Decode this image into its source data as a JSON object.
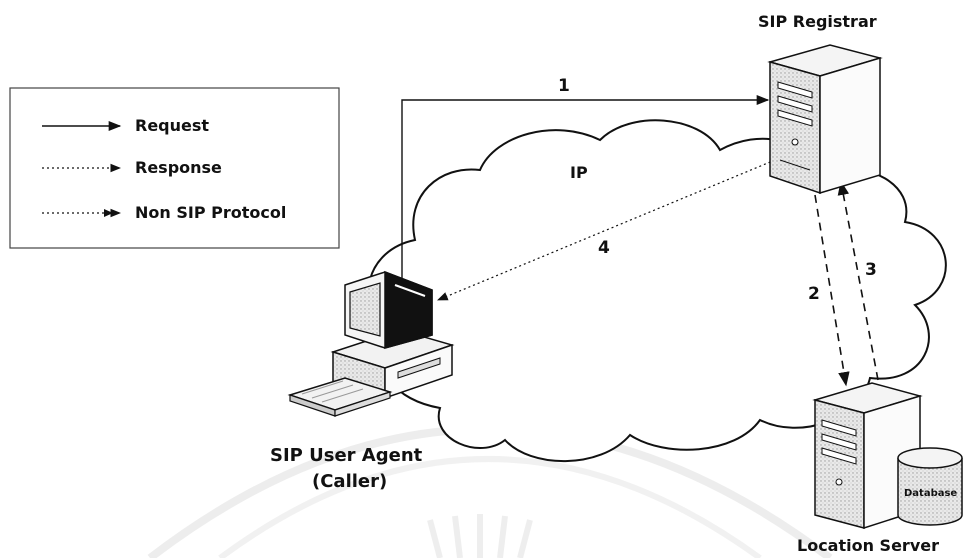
{
  "legend": {
    "items": [
      {
        "label": "Request",
        "style": "solid"
      },
      {
        "label": "Response",
        "style": "dotted"
      },
      {
        "label": "Non SIP Protocol",
        "style": "dotted-double-head"
      }
    ]
  },
  "network": {
    "label": "IP"
  },
  "nodes": {
    "registrar": {
      "label": "SIP Registrar",
      "icon": "server-tower-icon"
    },
    "caller": {
      "label_line1": "SIP User Agent",
      "label_line2": "(Caller)",
      "icon": "desktop-computer-icon"
    },
    "location": {
      "label": "Location Server",
      "icon": "server-tower-icon",
      "db_label": "Database"
    }
  },
  "flows": [
    {
      "step": "1",
      "from": "SIP User Agent",
      "to": "SIP Registrar",
      "style": "solid"
    },
    {
      "step": "2",
      "from": "SIP Registrar",
      "to": "Location Server",
      "style": "dashed"
    },
    {
      "step": "3",
      "from": "Location Server",
      "to": "SIP Registrar",
      "style": "dashed"
    },
    {
      "step": "4",
      "from": "SIP Registrar",
      "to": "SIP User Agent",
      "style": "dotted"
    }
  ],
  "colors": {
    "stroke": "#111111",
    "server_body": "#f2f2f2",
    "server_shade": "#cfcfcf",
    "background": "#ffffff"
  }
}
